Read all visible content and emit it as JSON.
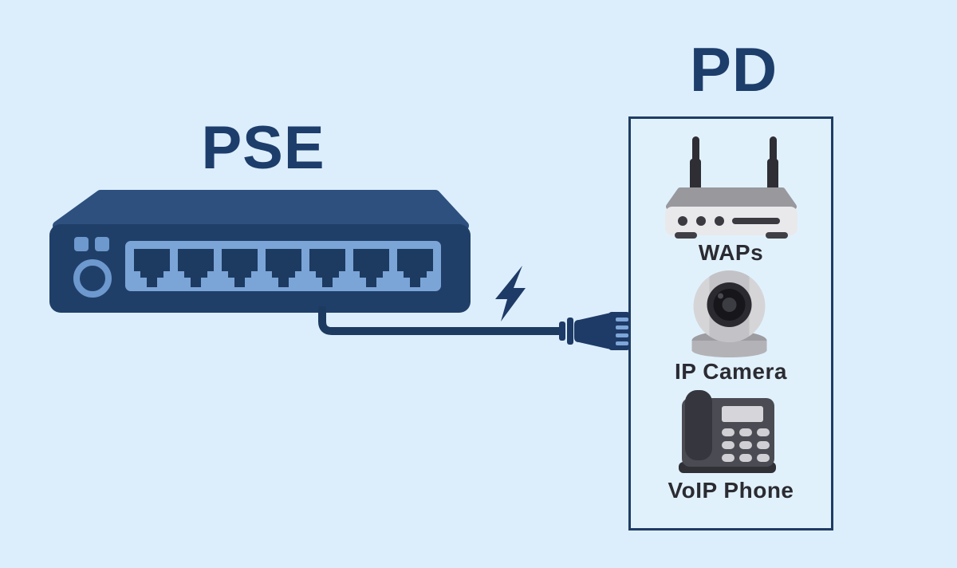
{
  "colors": {
    "background": "#dceefb",
    "navy": "#1e3c66",
    "navy_top_face": "#2d507f",
    "switch_front": "#203f68",
    "port_panel_blue": "#7ba5d7",
    "led_blue": "#6d99ce",
    "connector_pin_blue": "#7ea6d8",
    "device_label_dark": "#2b2b32",
    "device_gray_light": "#e9e9ec",
    "device_gray_mid": "#98989d",
    "device_gray_dark": "#3a3a40"
  },
  "pse_section": {
    "title": "PSE",
    "switch_icon": "poe-network-switch-icon",
    "visible_port_count": 7,
    "visible_led_count": 2
  },
  "link": {
    "cable_icon": "ethernet-cable",
    "power_icon": "lightning-bolt-icon",
    "plug_icon": "rj45-connector-icon"
  },
  "pd_section": {
    "title": "PD",
    "devices": [
      {
        "label": "WAPs",
        "icon": "wireless-access-point-icon"
      },
      {
        "label": "IP Camera",
        "icon": "ip-camera-icon"
      },
      {
        "label": "VoIP Phone",
        "icon": "voip-phone-icon"
      }
    ]
  }
}
